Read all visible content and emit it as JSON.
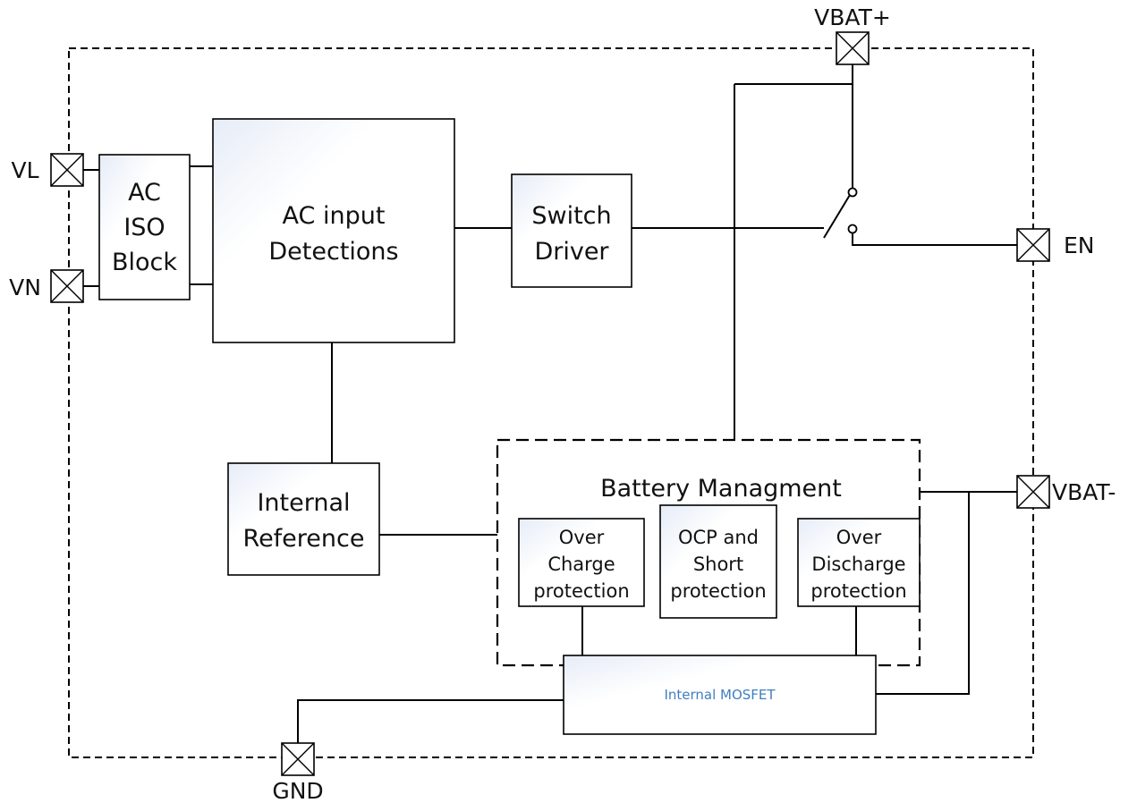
{
  "blocks": {
    "ac_iso": {
      "lines": [
        "AC",
        "ISO",
        "Block"
      ]
    },
    "ac_input": {
      "lines": [
        "AC input",
        "Detections"
      ]
    },
    "switch_driver": {
      "lines": [
        "Switch",
        "Driver"
      ]
    },
    "internal_ref": {
      "lines": [
        "Internal",
        "Reference"
      ]
    },
    "battery_mgmt": {
      "title": "Battery Managment"
    },
    "over_charge": {
      "lines": [
        "Over",
        "Charge",
        "protection"
      ]
    },
    "ocp_short": {
      "lines": [
        "OCP and",
        "Short",
        "protection"
      ]
    },
    "over_discharge": {
      "lines": [
        "Over",
        "Discharge",
        "protection"
      ]
    },
    "mosfet": {
      "label": "Internal MOSFET"
    }
  },
  "pins": {
    "vl": "VL",
    "vn": "VN",
    "vbat_plus": "VBAT+",
    "en": "EN",
    "vbat_minus": "VBAT-",
    "gnd": "GND"
  },
  "colors": {
    "line": "#000000",
    "block_fill_start": "#ffffff",
    "block_fill_end": "#e6ecf7",
    "mosfet_text": "#3f7fbf"
  }
}
